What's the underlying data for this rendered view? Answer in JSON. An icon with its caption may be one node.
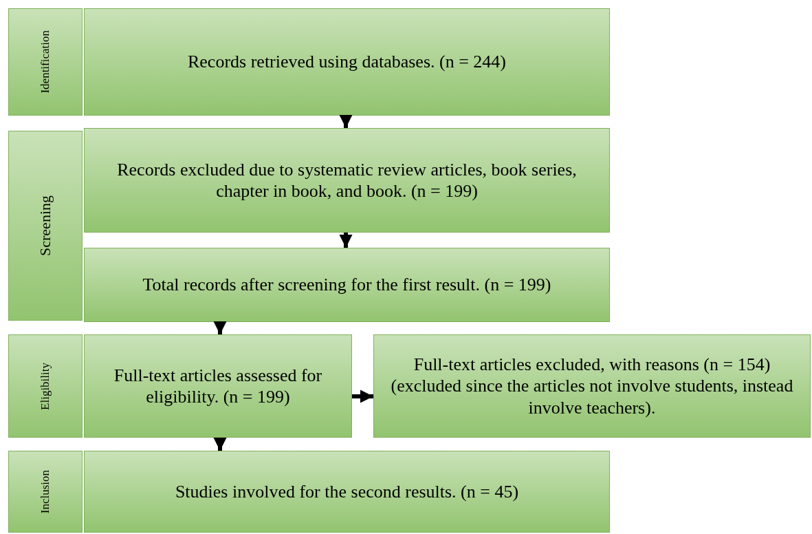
{
  "diagram": {
    "nodes": [
      {
        "text": [
          "Identification"
        ]
      },
      {
        "text": [
          "Records retrieved using databases. (n = 244)"
        ]
      },
      {
        "text": [
          "Screening"
        ]
      },
      {
        "text": [
          "Records excluded due to systematic review articles, book series, chapter in book, and book. (n = 199)"
        ]
      },
      {
        "text": [
          "Total records after screening for the first result. (n = 199)"
        ]
      },
      {
        "text": [
          "Eligibility"
        ]
      },
      {
        "text": [
          "Full-text articles assessed for eligibility. (n = 199)"
        ]
      },
      {
        "text": [
          "Full-text articles excluded, with reasons (n = 154) (excluded since the articles not involve students, instead involve teachers)."
        ]
      },
      {
        "text": [
          "Inclusion"
        ]
      },
      {
        "text": [
          "Studies involved for the second results. (n = 45)"
        ]
      }
    ],
    "edges": [
      {
        "from": 1,
        "to": 3,
        "arrow": "to"
      },
      {
        "from": 3,
        "to": 4,
        "arrow": "to"
      },
      {
        "from": 4,
        "to": 6,
        "arrow": "to"
      },
      {
        "from": 6,
        "to": 7,
        "arrow": "to"
      },
      {
        "from": 6,
        "to": 9,
        "arrow": "to"
      }
    ]
  }
}
